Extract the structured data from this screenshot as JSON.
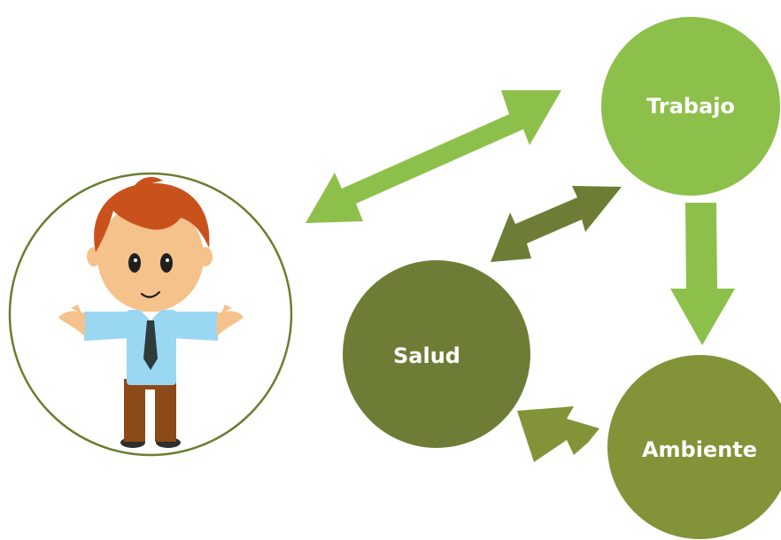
{
  "nodes": {
    "trabajo": {
      "label": "Trabajo"
    },
    "salud": {
      "label": "Salud"
    },
    "ambiente": {
      "label": "Ambiente"
    }
  },
  "person": {
    "icon": "businessman-icon"
  },
  "colors": {
    "light_green": "#8dc04a",
    "olive_green": "#6e7d35",
    "mid_green": "#829338",
    "ring": "#6b7d30"
  }
}
